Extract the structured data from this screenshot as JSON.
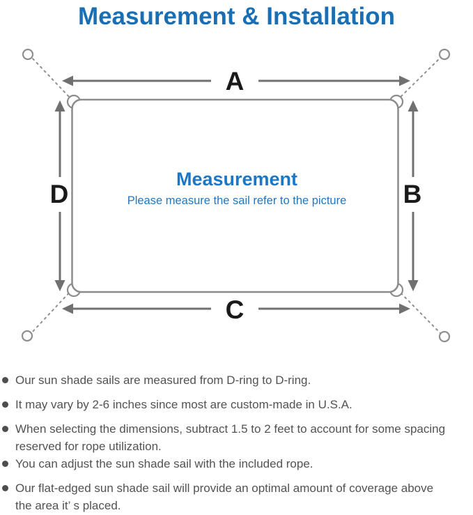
{
  "title": {
    "text": "Measurement & Installation",
    "color": "#1a6fb4"
  },
  "diagram": {
    "labels": {
      "top": "A",
      "right": "B",
      "bottom": "C",
      "left": "D"
    },
    "center": {
      "heading": "Measurement",
      "subheading": "Please measure the sail refer to the picture",
      "heading_color": "#1b78c6",
      "subheading_color": "#2277c0"
    },
    "colors": {
      "sail_outline": "#8c8c8c",
      "tether_dashed": "#8f8f8f",
      "arrow": "#707070",
      "dimension_label": "#1a1a1a"
    }
  },
  "bullets": {
    "text_color": "#525252",
    "items": [
      {
        "lines": [
          "Our sun shade sails are measured from D-ring to D-ring."
        ]
      },
      {
        "lines": [
          "It may vary by 2-6 inches since most are custom-made in U.S.A."
        ]
      },
      {
        "lines": [
          "When selecting the dimensions, subtract 1.5 to 2 feet to account for some spacing",
          "reserved for rope utilization."
        ]
      },
      {
        "lines": [
          "You can adjust the sun shade sail with the included rope."
        ]
      },
      {
        "lines": [
          "Our flat-edged sun shade sail will provide an optimal amount of coverage above",
          "the area it’ s placed."
        ]
      }
    ]
  }
}
